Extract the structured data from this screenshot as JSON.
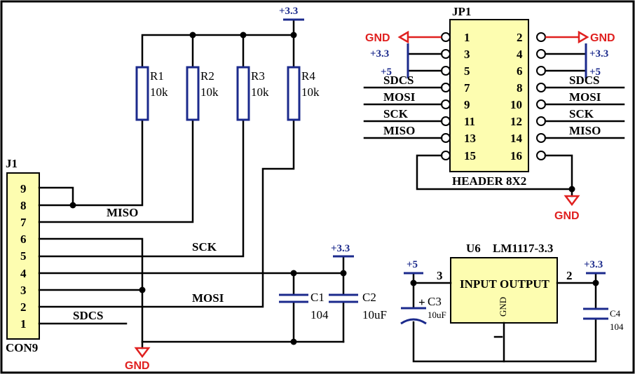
{
  "j1": {
    "ref": "J1",
    "name": "CON9",
    "pins": [
      "9",
      "8",
      "7",
      "6",
      "5",
      "4",
      "3",
      "2",
      "1"
    ]
  },
  "resistors": [
    {
      "ref": "R1",
      "value": "10k"
    },
    {
      "ref": "R2",
      "value": "10k"
    },
    {
      "ref": "R3",
      "value": "10k"
    },
    {
      "ref": "R4",
      "value": "10k"
    }
  ],
  "nets": {
    "miso": "MISO",
    "sck": "SCK",
    "mosi": "MOSI",
    "sdcs": "SDCS",
    "v33": "+3.3",
    "v5": "+5",
    "gnd": "GND"
  },
  "caps": {
    "c1": {
      "ref": "C1",
      "value": "104"
    },
    "c2": {
      "ref": "C2",
      "value": "10uF"
    },
    "c3": {
      "ref": "C3",
      "value": "10uF"
    },
    "c4": {
      "ref": "C4",
      "value": "104"
    }
  },
  "jp1": {
    "ref": "JP1",
    "name": "HEADER 8X2",
    "left_pins": [
      "1",
      "3",
      "5",
      "7",
      "9",
      "11",
      "13",
      "15"
    ],
    "right_pins": [
      "2",
      "4",
      "6",
      "8",
      "10",
      "12",
      "14",
      "16"
    ],
    "left_nets": [
      "GND",
      "+3.3",
      "+5",
      "SDCS",
      "MOSI",
      "SCK",
      "MISO"
    ],
    "right_nets": [
      "GND",
      "+3.3",
      "+5",
      "SDCS",
      "MOSI",
      "SCK",
      "MISO"
    ]
  },
  "u6": {
    "ref": "U6",
    "name": "LM1117-3.3",
    "input_label": "INPUT",
    "output_label": "OUTPUT",
    "gnd_label": "GND",
    "pin_in": "3",
    "pin_out": "2",
    "plus": "+"
  }
}
